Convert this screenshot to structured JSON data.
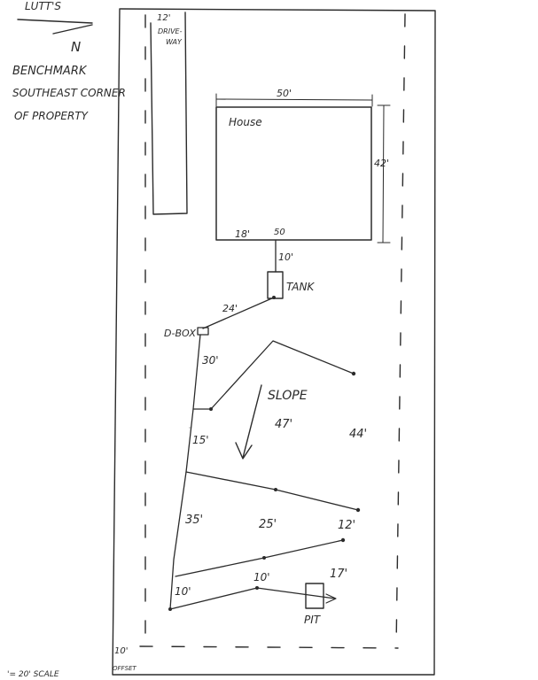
{
  "header": {
    "north_label": "N",
    "top_cut_text": "LUTT'S",
    "benchmark_lines": [
      "BENCHMARK",
      "SOUTHEAST CORNER",
      "OF PROPERTY"
    ]
  },
  "driveway": {
    "width_label": "12'",
    "label_line1": "DRIVE-",
    "label_line2": "WAY"
  },
  "house": {
    "label": "House",
    "width_label": "50'",
    "depth_label": "42'",
    "offset_label": "18'",
    "outlet_label": "50"
  },
  "sewer": {
    "house_to_tank_label": "10'",
    "tank_label": "TANK",
    "tank_to_dbox_label": "24'",
    "dbox_label": "D-BOX"
  },
  "drain_field": {
    "slope_label": "SLOPE",
    "line1_run_label": "30'",
    "line1_length_label": "47'",
    "line1_end_label": "44'",
    "line2_run_label": "15'",
    "line2_left_label": "35'",
    "line2_mid_label": "25'",
    "line2_end_label": "12'",
    "line3_end_label": "17'",
    "line4_left_label": "10'",
    "line4_mid_label": "10'",
    "pit_label": "PIT"
  },
  "footer": {
    "offset_distance_label": "10'",
    "offset_label": "OFFSET",
    "scale_label": "'= 20' SCALE"
  }
}
